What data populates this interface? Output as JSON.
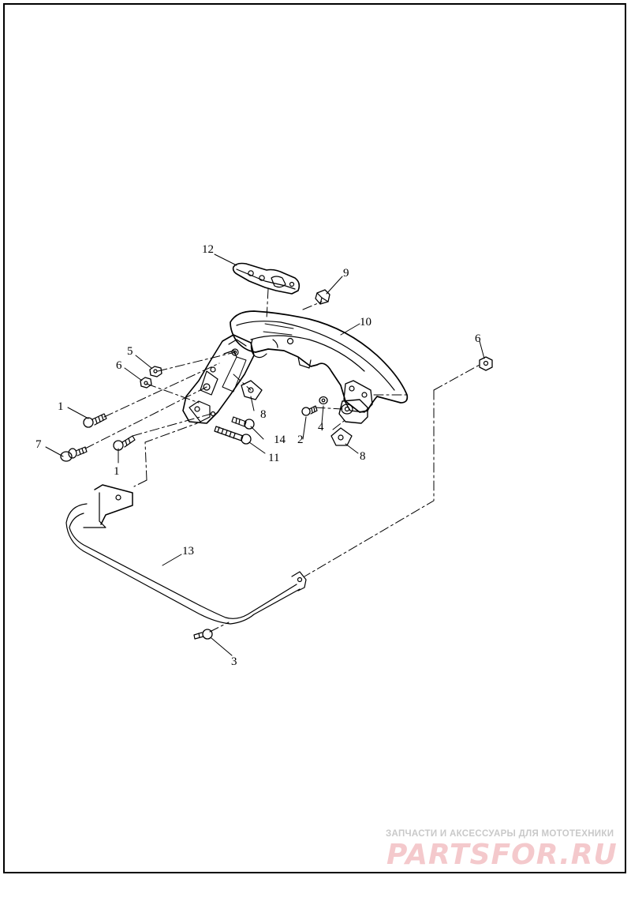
{
  "diagram": {
    "callouts": {
      "c12": "12",
      "c9": "9",
      "c10": "10",
      "c6_right": "6",
      "c5": "5",
      "c6_left": "6",
      "c1_top": "1",
      "c7": "7",
      "c1_bottom": "1",
      "c8_upper": "8",
      "c14": "14",
      "c11": "11",
      "c2": "2",
      "c4": "4",
      "c8_lower": "8",
      "c13": "13",
      "c3": "3"
    }
  },
  "watermark": {
    "tagline": "ЗАПЧАСТИ И АКСЕССУАРЫ ДЛЯ МОТОТЕХНИКИ",
    "logo": "PARTSFOR.RU"
  }
}
